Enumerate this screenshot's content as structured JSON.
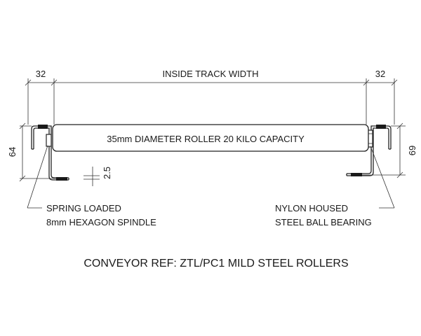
{
  "dimensions": {
    "left_end_width": "32",
    "inside_track_width": "INSIDE TRACK WIDTH",
    "right_end_width": "32",
    "left_height": "64",
    "right_height": "69",
    "lip_thickness": "2.5"
  },
  "roller": {
    "label": "35mm DIAMETER ROLLER 20 KILO CAPACITY"
  },
  "callouts": {
    "left_line1": "SPRING LOADED",
    "left_line2": "8mm HEXAGON SPINDLE",
    "right_line1": "NYLON HOUSED",
    "right_line2": "STEEL BALL BEARING"
  },
  "footer": {
    "reference": "CONVEYOR REF: ZTL/PC1 MILD STEEL ROLLERS"
  }
}
